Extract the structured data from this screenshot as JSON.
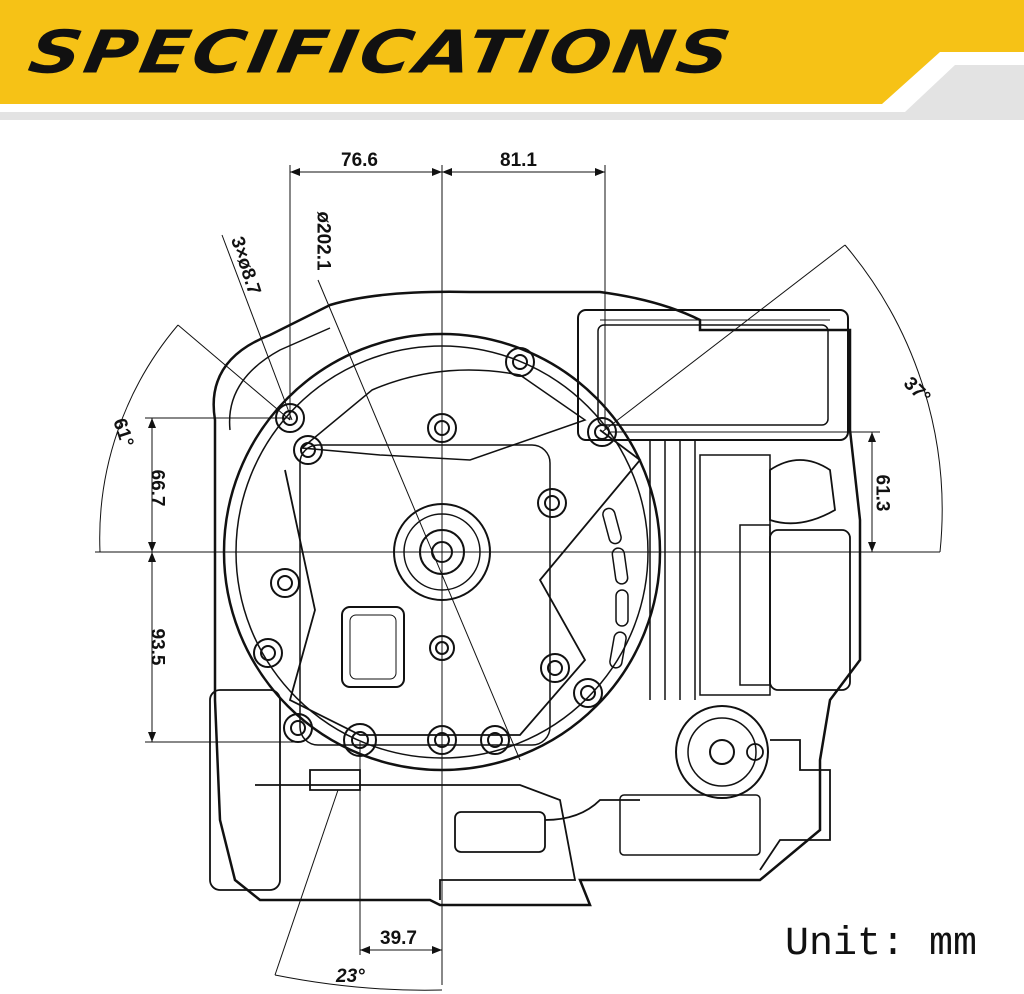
{
  "header": {
    "title": "SPECIFICATIONS",
    "accent_color": "#f6c216",
    "shadow_color": "#dedede"
  },
  "dimensions": {
    "d_76_6": "76.6",
    "d_81_1": "81.1",
    "d_202_1": "ø202.1",
    "d_holes": "3×ø8.7",
    "d_61deg": "61°",
    "d_37deg": "37°",
    "d_66_7": "66.7",
    "d_93_5": "93.5",
    "d_61_3": "61.3",
    "d_39_7": "39.7",
    "d_23deg": "23°"
  },
  "unit_label": "Unit: mm",
  "icons": [
    "engine-drawing"
  ]
}
